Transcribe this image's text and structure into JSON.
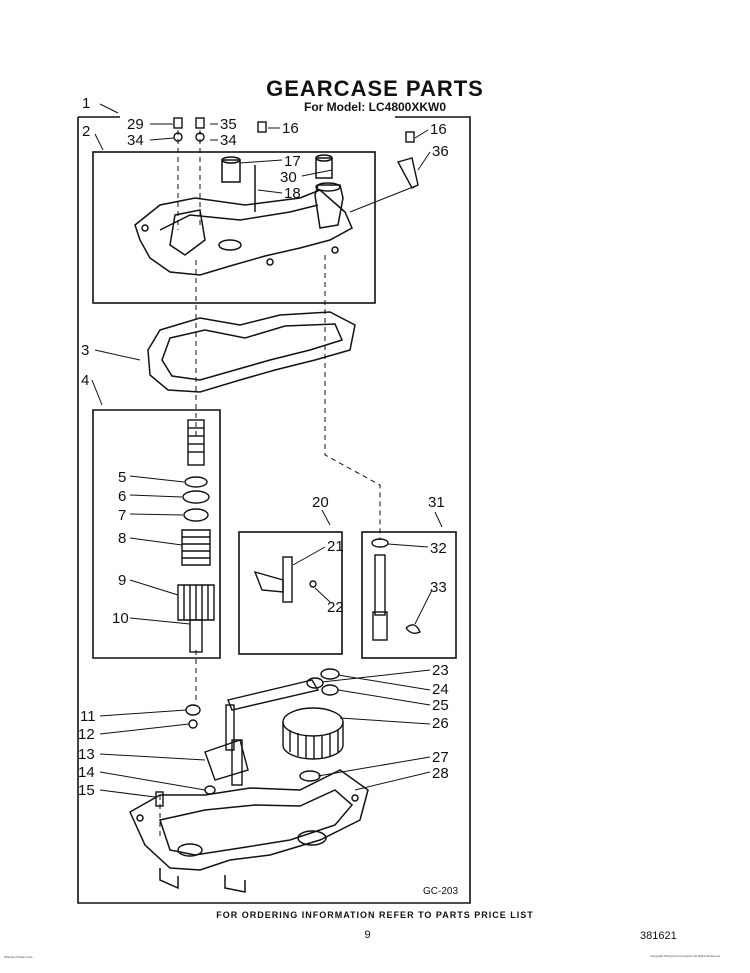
{
  "header": {
    "title": "GEARCASE PARTS",
    "subtitle": "For Model: LC4800XKW0"
  },
  "footer": {
    "ordering": "FOR ORDERING INFORMATION REFER TO PARTS PRICE LIST",
    "page": "9",
    "doc_number": "381621"
  },
  "diagram_code": "GC-203",
  "callouts": {
    "c1": "1",
    "c2": "2",
    "c3": "3",
    "c4": "4",
    "c5": "5",
    "c6": "6",
    "c7": "7",
    "c8": "8",
    "c9": "9",
    "c10": "10",
    "c11": "11",
    "c12": "12",
    "c13": "13",
    "c14": "14",
    "c15": "15",
    "c16a": "16",
    "c16b": "16",
    "c17": "17",
    "c18": "18",
    "c20": "20",
    "c21": "21",
    "c22": "22",
    "c23": "23",
    "c24": "24",
    "c25": "25",
    "c26": "26",
    "c27": "27",
    "c28": "28",
    "c29": "29",
    "c30": "30",
    "c31": "31",
    "c32": "32",
    "c33": "33",
    "c34a": "34",
    "c34b": "34",
    "c35": "35",
    "c36": "36"
  },
  "fineprint": {
    "left": "Whirlpool Model Lists",
    "right": "Copyright Whirlpool Corporation All Rights Reserved"
  }
}
